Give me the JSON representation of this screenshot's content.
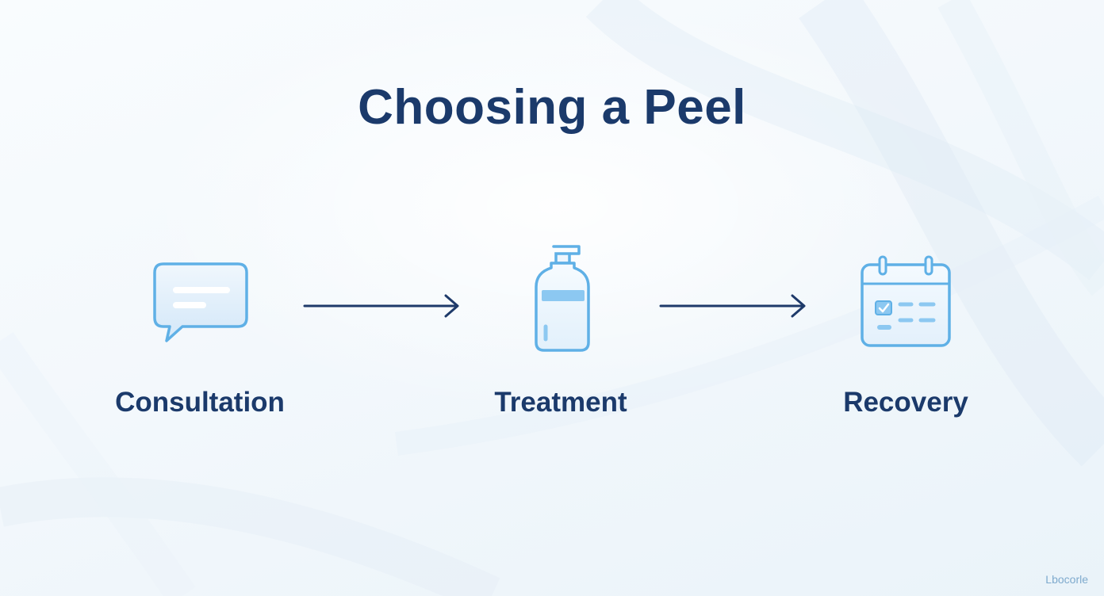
{
  "title": "Choosing a Peel",
  "steps": [
    {
      "label": "Consultation",
      "icon": "chat-bubble-icon"
    },
    {
      "label": "Treatment",
      "icon": "pump-bottle-icon"
    },
    {
      "label": "Recovery",
      "icon": "calendar-icon"
    }
  ],
  "connectors": [
    "arrow-right-icon",
    "arrow-right-icon"
  ],
  "watermark": "Lbocorle",
  "colors": {
    "title": "#1b3a6b",
    "icon_stroke": "#5fb0e6",
    "icon_fill": "#e6f2fb",
    "accent_fill": "#8cc8f1",
    "arrow": "#1e3a6a",
    "background": "#f3f8fc"
  }
}
